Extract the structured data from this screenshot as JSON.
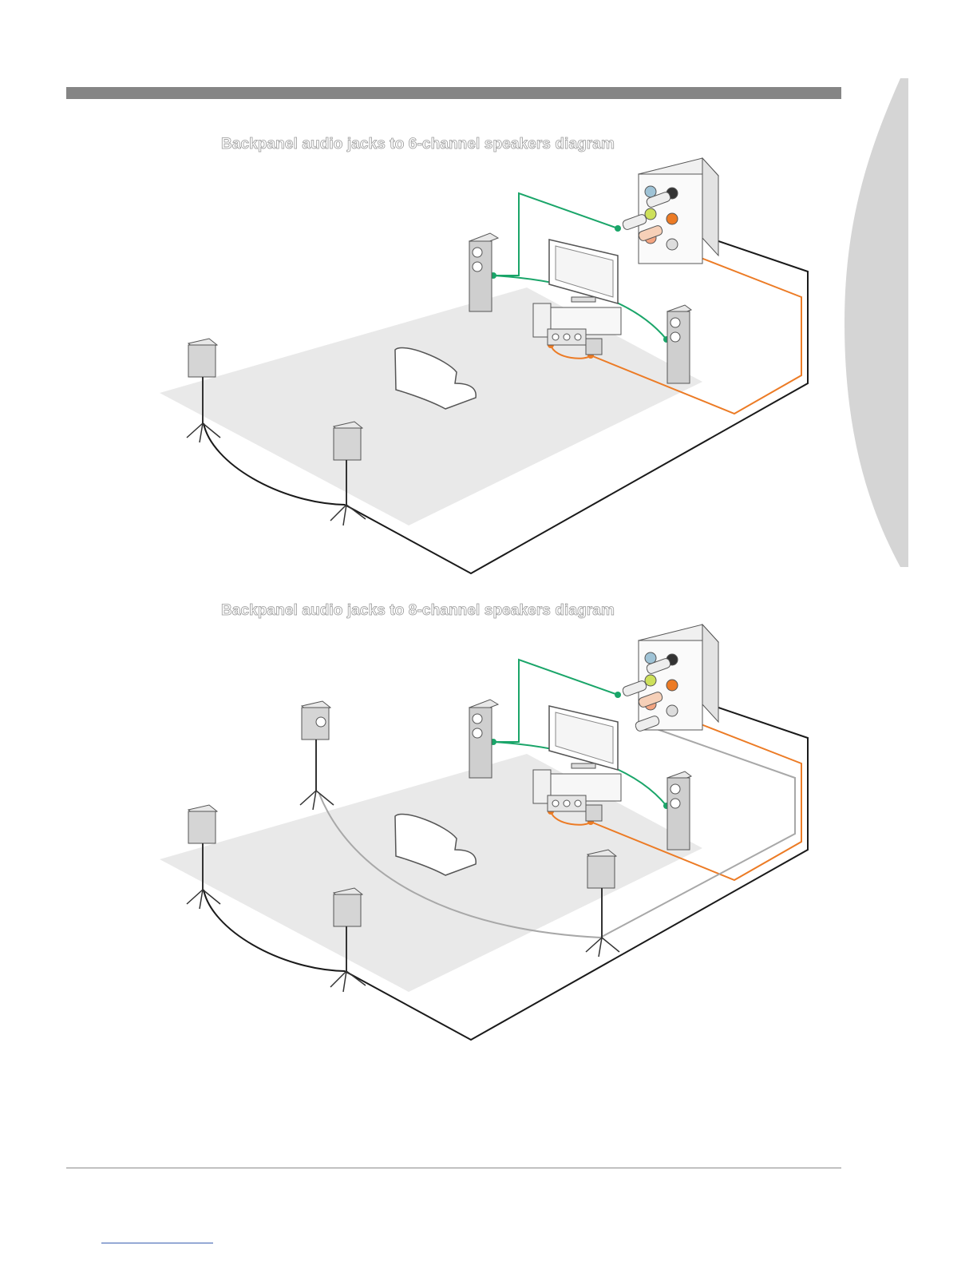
{
  "diagrams": [
    {
      "id": "six",
      "title": "Backpanel audio jacks to 6-channel speakers diagram"
    },
    {
      "id": "eight",
      "title": "Backpanel audio jacks to 8-channel speakers diagram"
    }
  ],
  "colors": {
    "front": "#1aa569",
    "center_sub": "#ec7b25",
    "rear": "#1a1a1a",
    "side": "#a8a8a8",
    "floor": "#e9e9e9",
    "header": "#858585",
    "tab": "#d5d5d5"
  },
  "icons": [
    "audio-jack-panel-icon",
    "tower-speaker-icon",
    "satellite-speaker-icon",
    "subwoofer-icon",
    "center-speaker-icon",
    "monitor-icon",
    "pc-tower-icon",
    "sofa-icon"
  ]
}
